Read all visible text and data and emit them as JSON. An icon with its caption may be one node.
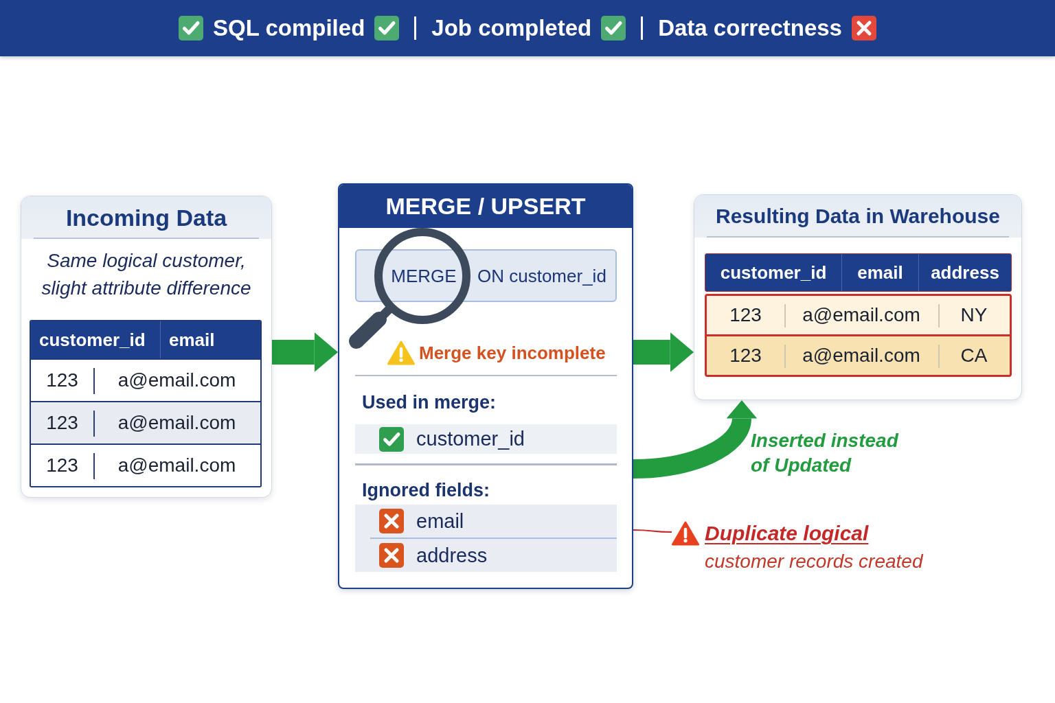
{
  "diagram": {
    "nodes": [
      {
        "text": [
          "SQL compiled",
          "Job completed",
          "Data correctness"
        ]
      },
      {
        "text": [
          "Incoming Data",
          "Same logical customer, slight attribute difference"
        ]
      },
      {
        "text": [
          "customer_id",
          "email",
          "123",
          "a@email.com",
          "123",
          "a@email.com",
          "123",
          "a@email.com"
        ],
        "in": 1
      },
      {
        "text": [
          "MERGE / UPSERT",
          "Merge key incomplete",
          "Used in merge:",
          "customer_id",
          "Ignored fields:",
          "email",
          "address"
        ]
      },
      {
        "text": [
          "MERGE",
          "ON customer_id"
        ],
        "in": 3
      },
      {
        "text": [
          "Resulting Data in Warehouse"
        ]
      },
      {
        "text": [
          "customer_id",
          "email",
          "address",
          "123",
          "a@email.com",
          "NY",
          "123",
          "a@email.com",
          "CA"
        ],
        "in": 5
      },
      {
        "text": [
          "**Duplicate logical** customer records created"
        ]
      }
    ],
    "edges": [
      {
        "from": 1,
        "to": 3,
        "arrow": "to"
      },
      {
        "from": 3,
        "to": 5,
        "arrow": "to"
      },
      {
        "from": 3,
        "to": 5,
        "arrow": "to",
        "label": "Inserted instead of Updated"
      },
      {
        "from": 7,
        "to": 3,
        "arrow": "none",
        "color": "#c62828"
      }
    ]
  }
}
